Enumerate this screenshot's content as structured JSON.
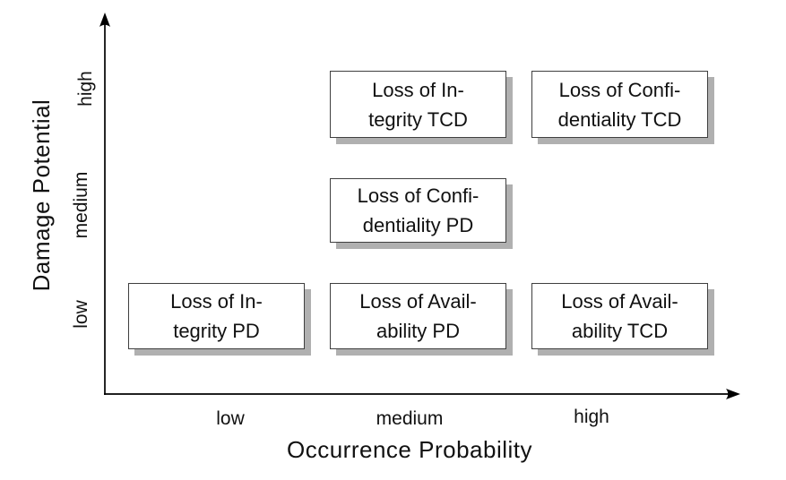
{
  "figure_name": "risk-assessment-matrix",
  "y_axis": {
    "label": "Damage Potential",
    "ticks": [
      "high",
      "medium",
      "low"
    ]
  },
  "x_axis": {
    "label": "Occurrence Probability",
    "ticks": [
      "low",
      "medium",
      "high"
    ]
  },
  "boxes": [
    {
      "id": "loss-integrity-tcd",
      "line1": "Loss of In-",
      "line2": "tegrity TCD",
      "damage": "high",
      "probability": "medium"
    },
    {
      "id": "loss-confidentiality-tcd",
      "line1": "Loss of Confi-",
      "line2": "dentiality TCD",
      "damage": "high",
      "probability": "high"
    },
    {
      "id": "loss-confidentiality-pd",
      "line1": "Loss of Confi-",
      "line2": "dentiality PD",
      "damage": "medium",
      "probability": "medium"
    },
    {
      "id": "loss-integrity-pd",
      "line1": "Loss of In-",
      "line2": "tegrity PD",
      "damage": "low",
      "probability": "low"
    },
    {
      "id": "loss-availability-pd",
      "line1": "Loss of Avail-",
      "line2": "ability PD",
      "damage": "low",
      "probability": "medium"
    },
    {
      "id": "loss-availability-tcd",
      "line1": "Loss of Avail-",
      "line2": "ability TCD",
      "damage": "low",
      "probability": "high"
    }
  ],
  "colors": {
    "background": "#ffffff",
    "axis": "#000000",
    "text": "#111111",
    "box_border": "#3f3f3f",
    "box_fill": "#ffffff",
    "box_shadow": "#b0b0b0"
  },
  "chart_data": {
    "type": "scatter",
    "title": "",
    "xlabel": "Occurrence Probability",
    "ylabel": "Damage Potential",
    "x_ticks": [
      "low",
      "medium",
      "high"
    ],
    "y_ticks": [
      "low",
      "medium",
      "high"
    ],
    "grid": false,
    "points": [
      {
        "label": "Loss of Integrity TCD",
        "x": "medium",
        "y": "high"
      },
      {
        "label": "Loss of Confidentiality TCD",
        "x": "high",
        "y": "high"
      },
      {
        "label": "Loss of Confidentiality PD",
        "x": "medium",
        "y": "medium"
      },
      {
        "label": "Loss of Integrity PD",
        "x": "low",
        "y": "low"
      },
      {
        "label": "Loss of Availability PD",
        "x": "medium",
        "y": "low"
      },
      {
        "label": "Loss of Availability TCD",
        "x": "high",
        "y": "low"
      }
    ]
  }
}
